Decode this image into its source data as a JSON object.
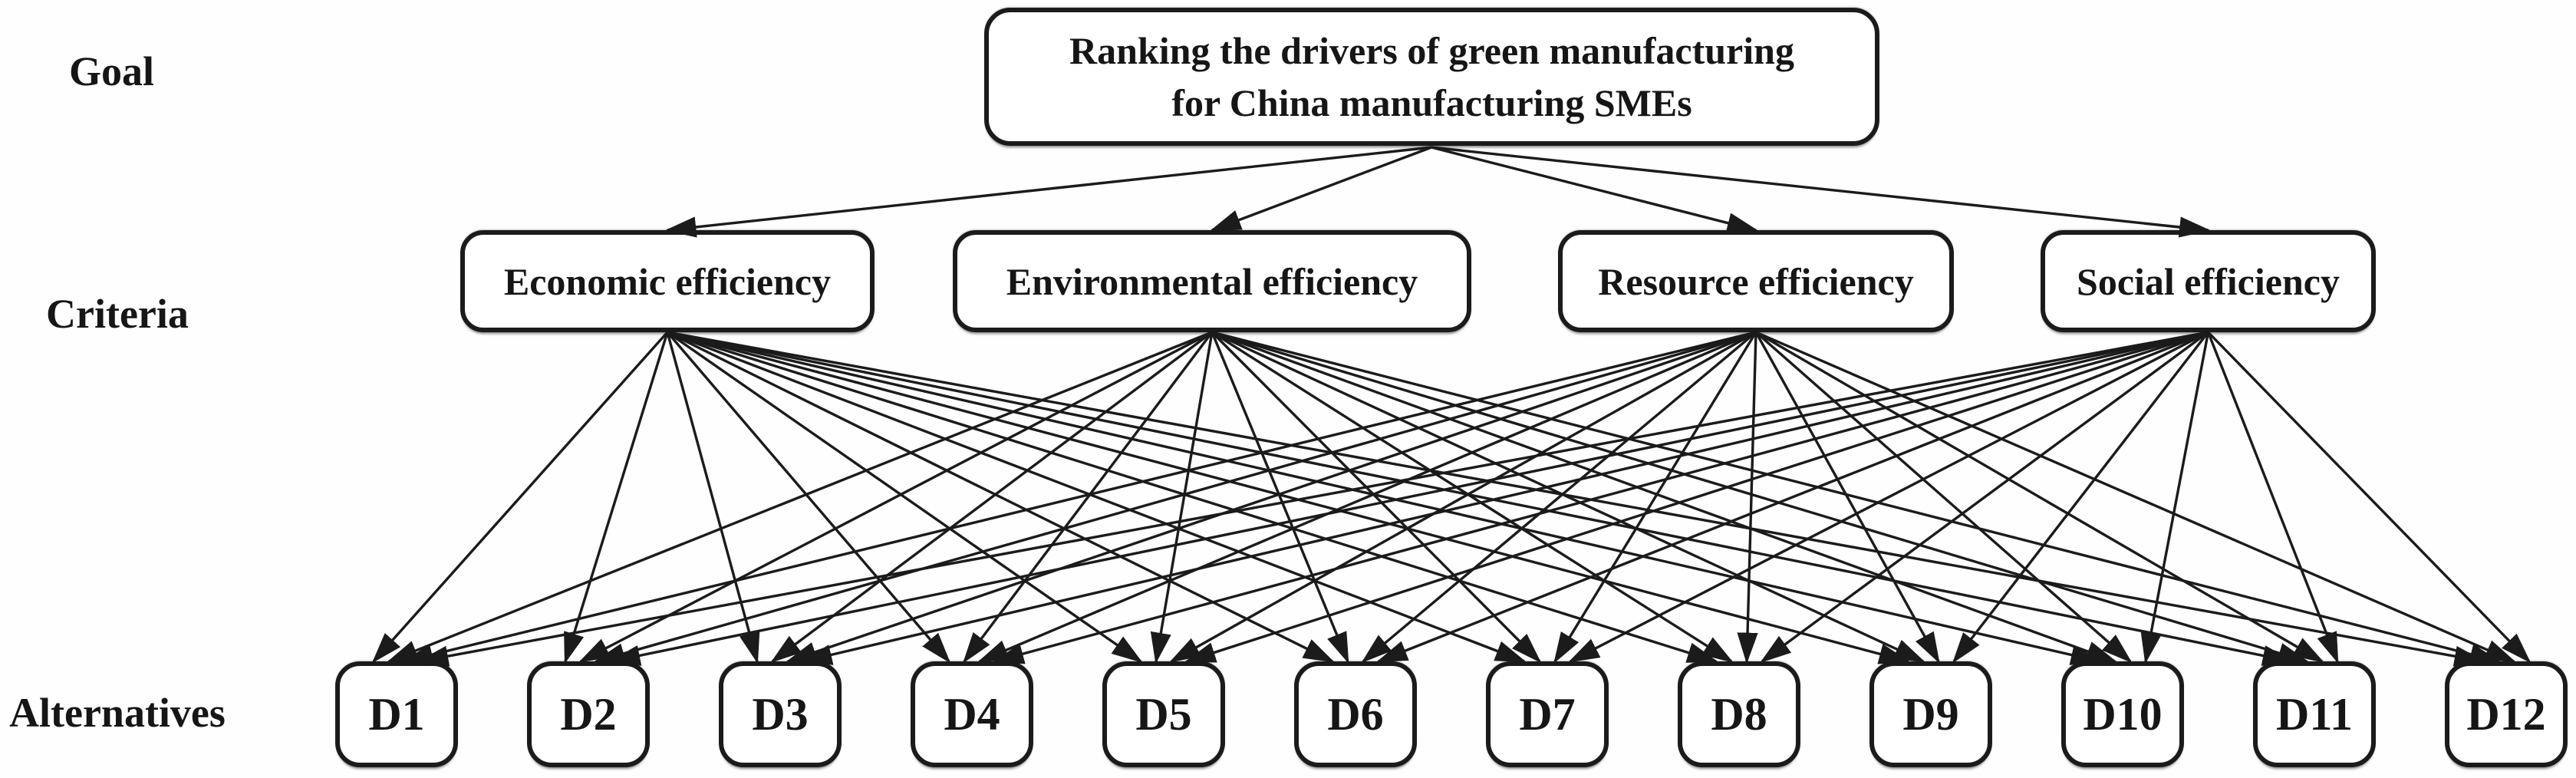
{
  "figure": {
    "type": "hierarchy-diagram",
    "levels": [
      {
        "label": "Goal"
      },
      {
        "label": "Criteria"
      },
      {
        "label": "Alternatives"
      }
    ]
  },
  "goal": {
    "line1": "Ranking the drivers of green manufacturing",
    "line2": "for China manufacturing SMEs",
    "full_text": "Ranking the drivers of green manufacturing for China manufacturing SMEs"
  },
  "criteria": [
    {
      "label": "Economic efficiency"
    },
    {
      "label": "Environmental efficiency"
    },
    {
      "label": "Resource efficiency"
    },
    {
      "label": "Social efficiency"
    }
  ],
  "alternatives": [
    {
      "label": "D1"
    },
    {
      "label": "D2"
    },
    {
      "label": "D3"
    },
    {
      "label": "D4"
    },
    {
      "label": "D5"
    },
    {
      "label": "D6"
    },
    {
      "label": "D7"
    },
    {
      "label": "D8"
    },
    {
      "label": "D9"
    },
    {
      "label": "D10"
    },
    {
      "label": "D11"
    },
    {
      "label": "D12"
    }
  ],
  "connections": {
    "goal_to_criteria": "all",
    "criteria_to_alternatives": "all"
  },
  "colors": {
    "ink": "#1b1b1b",
    "background": "#ffffff"
  }
}
